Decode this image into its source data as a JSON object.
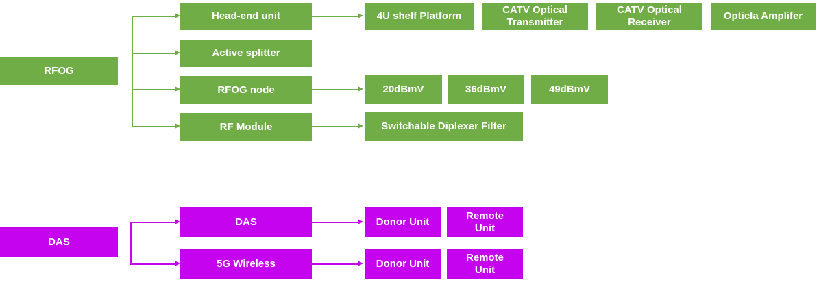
{
  "colors": {
    "rfog_green": "#70AD47",
    "das_magenta": "#C603EE",
    "node_text": "#FFFFFF",
    "background": "#FFFFFF"
  },
  "rfog": {
    "parent_label": "RFOG",
    "children": [
      {
        "label": "Head-end unit",
        "items": [
          "4U shelf Platform",
          "CATV Optical Transmitter",
          "CATV Optical Receiver",
          "Opticla Amplifer"
        ]
      },
      {
        "label": "Active splitter",
        "items": []
      },
      {
        "label": "RFOG node",
        "items": [
          "20dBmV",
          "36dBmV",
          "49dBmV"
        ]
      },
      {
        "label": "RF Module",
        "items": [
          "Switchable Diplexer Filter"
        ]
      }
    ]
  },
  "das": {
    "parent_label": "DAS",
    "children": [
      {
        "label": "DAS",
        "items": [
          "Donor Unit",
          "Remote Unit"
        ]
      },
      {
        "label": "5G Wireless",
        "items": [
          "Donor Unit",
          "Remote Unit"
        ]
      }
    ]
  }
}
